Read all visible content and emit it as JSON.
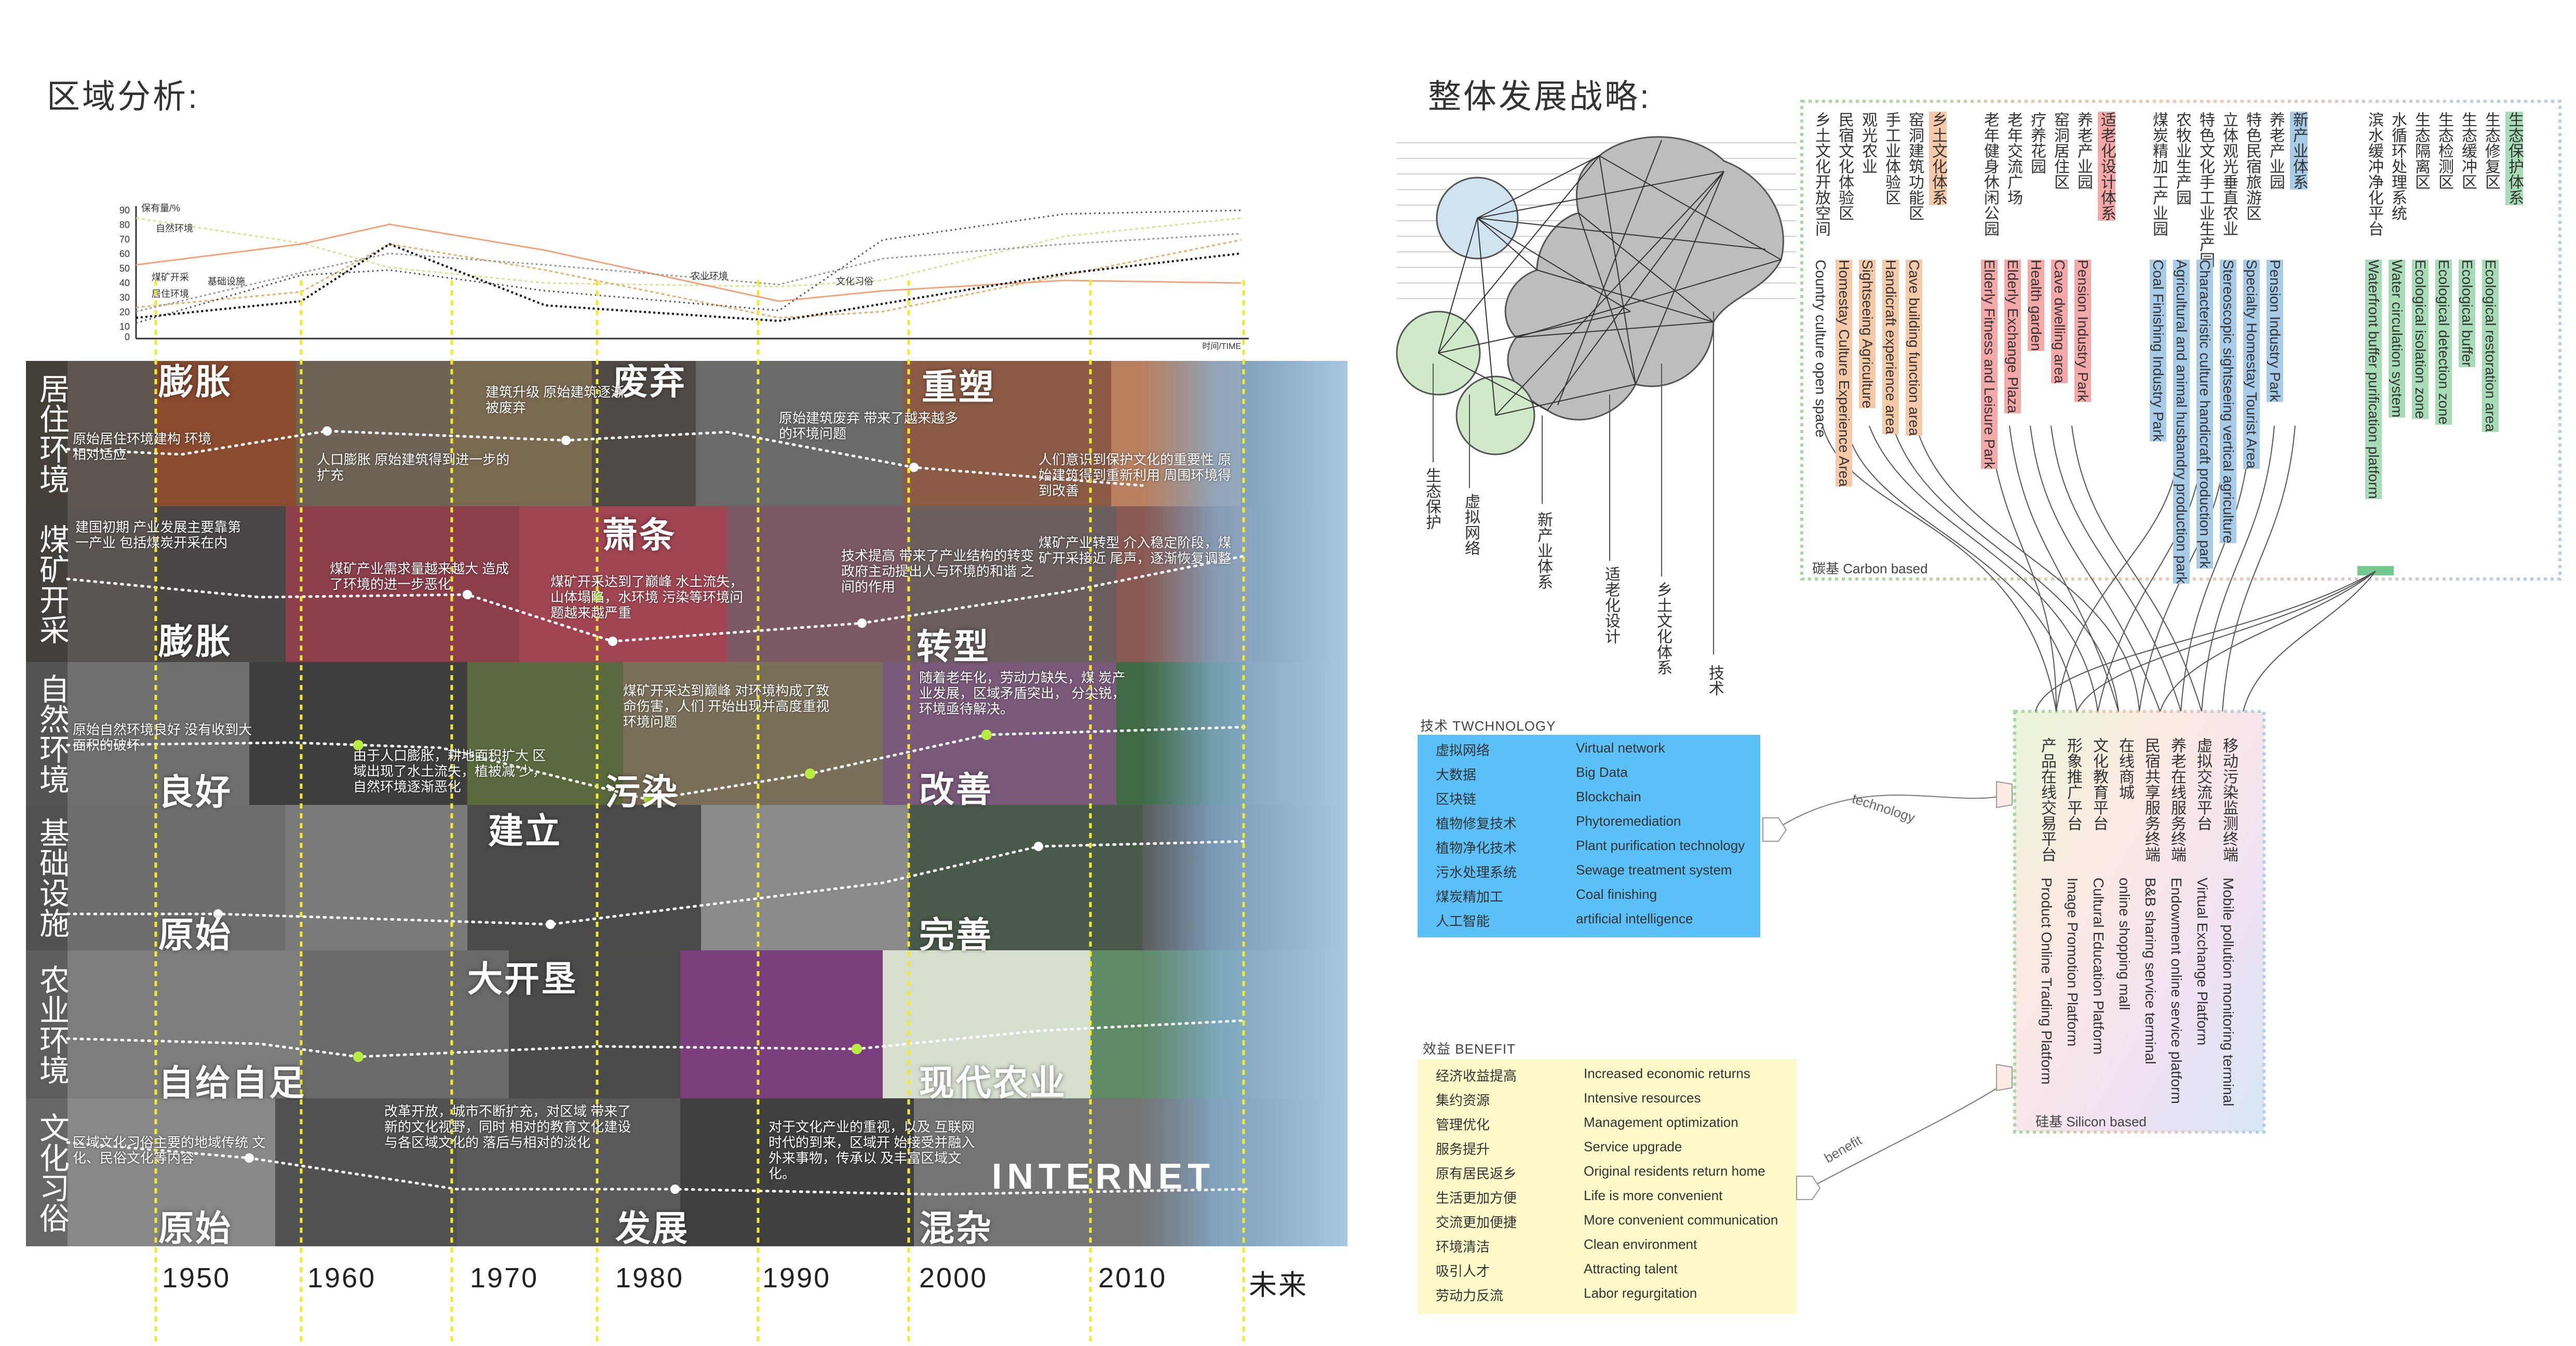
{
  "titles": {
    "left": "区域分析:",
    "right": "整体发展战略:"
  },
  "line_chart": {
    "y_ticks": [
      "90",
      "80",
      "70",
      "60",
      "50",
      "40",
      "30",
      "20",
      "10",
      "0"
    ],
    "x_axis_label": "时间/TIME",
    "series_labels": [
      "保有量/%",
      "自然环境",
      "煤矿开采",
      "居住环境",
      "基础设施",
      "农业环境",
      "文化习俗"
    ]
  },
  "years": [
    "1950",
    "1960",
    "1970",
    "1980",
    "1990",
    "2000",
    "2010",
    "未来"
  ],
  "timeline_rows": [
    {
      "label": "居住环境",
      "stages": [
        "膨胀",
        "废弃",
        "重塑"
      ],
      "notes": [
        "原始居住环境建构 环境相对适应",
        "人口膨胀 原始建筑得到进一步的扩充",
        "建筑升级 原始建筑逐渐被废弃",
        "原始建筑废弃 带来了越来越多的环境问题",
        "人们意识到保护文化的重要性 原始建筑得到重新利用 周围环境得到改善"
      ]
    },
    {
      "label": "煤矿开采",
      "stages": [
        "膨胀",
        "萧条",
        "转型"
      ],
      "notes": [
        "建国初期 产业发展主要靠第一产业 包括煤炭开采在内",
        "煤矿产业需求量越来越大 造成了环境的进一步恶化",
        "煤矿开采达到了巅峰 水土流失，山体塌陷，水环境 污染等环境问题越来越严重",
        "技术提高 带来了产业结构的转变 政府主动提出人与环境的和谐 之间的作用",
        "煤矿产业转型 介入稳定阶段，煤矿开采接近 尾声，逐渐恢复调整"
      ]
    },
    {
      "label": "自然环境",
      "stages": [
        "良好",
        "污染",
        "改善"
      ],
      "notes": [
        "原始自然环境良好 没有收到大面积的破坏",
        "由于人口膨胀，耕地面积扩大 区域出现了水土流失，植被减 少，自然环境逐渐恶化",
        "煤矿开采达到巅峰 对环境构成了致命伤害，人们 开始出现并高度重视环境问题",
        "随着老年化，劳动力缺失，煤 炭产业发展，区域矛盾突出， 分尖锐，环境亟待解决。"
      ]
    },
    {
      "label": "基础设施",
      "stages": [
        "原始",
        "建立",
        "完善"
      ],
      "notes": []
    },
    {
      "label": "农业环境",
      "stages": [
        "自给自足",
        "大开垦",
        "现代农业"
      ],
      "notes": []
    },
    {
      "label": "文化习俗",
      "stages": [
        "原始",
        "发展",
        "混杂"
      ],
      "notes": [
        "区域文化习俗主要的地域传统 文化、民俗文化等内容",
        "改革开放，城市不断扩充，对区域 带来了新的文化视野，同时 相对的教育文化建设与各区域文化的 落后与相对的淡化",
        "对于文化产业的重视，以及 互联网时代的到来，区域开 始接受并融入外来事物，传承以 及丰富区域文化。"
      ]
    }
  ],
  "internet_label": "INTERNET",
  "network": {
    "labels": [
      "生态保护",
      "虚拟网络",
      "新产业体系",
      "适老化设计",
      "乡土文化体系",
      "技术"
    ]
  },
  "carbon_label": "碳基 Carbon based",
  "silicon_label": "硅基 Silicon based",
  "carbon_columns": [
    {
      "zh": "乡土文化开放空间",
      "en": "Country culture open space",
      "hl": ""
    },
    {
      "zh": "民宿文化体验区",
      "en": "Homestay Culture Experience Area",
      "hl": ""
    },
    {
      "zh": "观光农业",
      "en": "Sightseeing Agriculture",
      "hl": ""
    },
    {
      "zh": "手工业体验区",
      "en": "Handicraft experience area",
      "hl": ""
    },
    {
      "zh": "窑洞建筑功能区",
      "en": "Cave building function area",
      "hl": ""
    },
    {
      "zh": "乡土文化体系",
      "en": "",
      "hl": "o"
    },
    {
      "zh": "老年健身休闲公园",
      "en": "Elderly Fitness and Leisure Park",
      "hl": ""
    },
    {
      "zh": "老年交流广场",
      "en": "Elderly Exchange Plaza",
      "hl": ""
    },
    {
      "zh": "疗养花园",
      "en": "Health garden",
      "hl": ""
    },
    {
      "zh": "窑洞居住区",
      "en": "Cave dwelling area",
      "hl": ""
    },
    {
      "zh": "养老产业园",
      "en": "Pension Industry Park",
      "hl": ""
    },
    {
      "zh": "适老化设计体系",
      "en": "",
      "hl": "r"
    },
    {
      "zh": "煤炭精加工产业园",
      "en": "Coal Finishing Industry Park",
      "hl": ""
    },
    {
      "zh": "农牧业生产园",
      "en": "Agricultural and animal husbandry production park",
      "hl": ""
    },
    {
      "zh": "特色文化手工业生产园",
      "en": "Characteristic culture handicraft production park",
      "hl": ""
    },
    {
      "zh": "立体观光垂直农业",
      "en": "Stereoscopic sightseeing vertical agriculture",
      "hl": ""
    },
    {
      "zh": "特色民宿旅游区",
      "en": "Specialty Homestay Tourist Area",
      "hl": ""
    },
    {
      "zh": "养老产业园",
      "en": "Pension Industry Park",
      "hl": ""
    },
    {
      "zh": "新产业体系",
      "en": "",
      "hl": "b"
    },
    {
      "zh": "滨水缓冲净化平台",
      "en": "Waterfront buffer purification platform",
      "hl": ""
    },
    {
      "zh": "水循环处理系统",
      "en": "Water circulation system",
      "hl": ""
    },
    {
      "zh": "生态隔离区",
      "en": "Ecological isolation zone",
      "hl": ""
    },
    {
      "zh": "生态检测区",
      "en": "Ecological detection zone",
      "hl": ""
    },
    {
      "zh": "生态缓冲区",
      "en": "Ecological buffer",
      "hl": ""
    },
    {
      "zh": "生态修复区",
      "en": "Ecological restoration area",
      "hl": ""
    },
    {
      "zh": "生态保护体系",
      "en": "",
      "hl": "g"
    }
  ],
  "silicon_columns": [
    {
      "zh": "产品在线交易平台",
      "en": "Product Online Trading Platform"
    },
    {
      "zh": "形象推广平台",
      "en": "Image Promotion Platform"
    },
    {
      "zh": "文化教育平台",
      "en": "Cultural Education Platform"
    },
    {
      "zh": "在线商城",
      "en": "online shopping mall"
    },
    {
      "zh": "民宿共享服务终端",
      "en": "B&B sharing service terminal"
    },
    {
      "zh": "养老在线服务终端",
      "en": "Endowment online service platform"
    },
    {
      "zh": "虚拟交流平台",
      "en": "Virtual Exchange Platform"
    },
    {
      "zh": "移动污染监测终端",
      "en": "Mobile pollution monitoring terminal"
    }
  ],
  "tech_box": {
    "header": "技术 TWCHNOLOGY",
    "items": [
      [
        "虚拟网络",
        "Virtual network"
      ],
      [
        "大数据",
        "Big Data"
      ],
      [
        "区块链",
        "Blockchain"
      ],
      [
        "植物修复技术",
        "Phytoremediation"
      ],
      [
        "植物净化技术",
        "Plant purification technology"
      ],
      [
        "污水处理系统",
        "Sewage treatment system"
      ],
      [
        "煤炭精加工",
        "Coal finishing"
      ],
      [
        "人工智能",
        "artificial intelligence"
      ]
    ]
  },
  "benefit_box": {
    "header": "效益 BENEFIT",
    "items": [
      [
        "经济收益提高",
        "Increased economic returns"
      ],
      [
        "集约资源",
        "Intensive resources"
      ],
      [
        "管理优化",
        "Management optimization"
      ],
      [
        "服务提升",
        "Service upgrade"
      ],
      [
        "原有居民返乡",
        "Original residents return home"
      ],
      [
        "生活更加方便",
        "Life is more convenient"
      ],
      [
        "交流更加便捷",
        "More convenient communication"
      ],
      [
        "环境清洁",
        "Clean environment"
      ],
      [
        "吸引人才",
        "Attracting talent"
      ],
      [
        "劳动力反流",
        "Labor regurgitation"
      ]
    ]
  },
  "connector_labels": [
    "technology",
    "benefit"
  ],
  "colors": {
    "tech_fill": "#5bc0f8",
    "benefit_fill": "#fdf9c8",
    "yellow_line": "#f2ea2a",
    "green_dot": "#b9ec42"
  }
}
